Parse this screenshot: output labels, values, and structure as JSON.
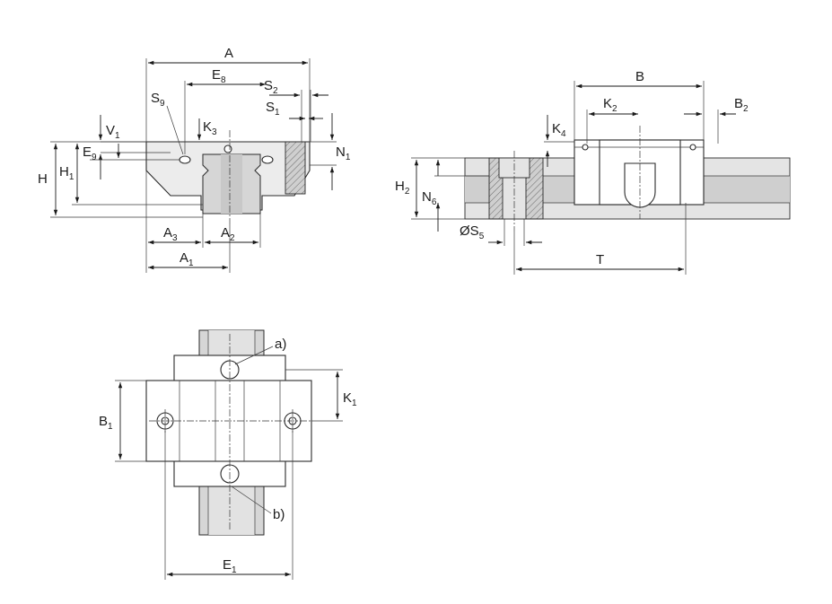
{
  "front_view": {
    "labels": {
      "A": {
        "main": "A",
        "sub": ""
      },
      "E8": {
        "main": "E",
        "sub": "8"
      },
      "S2": {
        "main": "S",
        "sub": "2"
      },
      "S1": {
        "main": "S",
        "sub": "1"
      },
      "S9": {
        "main": "S",
        "sub": "9"
      },
      "K3": {
        "main": "K",
        "sub": "3"
      },
      "V1": {
        "main": "V",
        "sub": "1"
      },
      "E9": {
        "main": "E",
        "sub": "9"
      },
      "N1": {
        "main": "N",
        "sub": "1"
      },
      "H": {
        "main": "H",
        "sub": ""
      },
      "H1": {
        "main": "H",
        "sub": "1"
      },
      "A3": {
        "main": "A",
        "sub": "3"
      },
      "A2": {
        "main": "A",
        "sub": "2"
      },
      "A1": {
        "main": "A",
        "sub": "1"
      }
    }
  },
  "side_view": {
    "labels": {
      "B": {
        "main": "B",
        "sub": ""
      },
      "K2": {
        "main": "K",
        "sub": "2"
      },
      "B2": {
        "main": "B",
        "sub": "2"
      },
      "K4": {
        "main": "K",
        "sub": "4"
      },
      "H2": {
        "main": "H",
        "sub": "2"
      },
      "N6": {
        "main": "N",
        "sub": "6"
      },
      "S5": {
        "main": "ØS",
        "sub": "5"
      },
      "T": {
        "main": "T",
        "sub": ""
      }
    }
  },
  "top_view": {
    "labels": {
      "a": {
        "main": "a)",
        "sub": ""
      },
      "b": {
        "main": "b)",
        "sub": ""
      },
      "B1": {
        "main": "B",
        "sub": "1"
      },
      "K1": {
        "main": "K",
        "sub": "1"
      },
      "E1": {
        "main": "E",
        "sub": "1"
      }
    }
  }
}
